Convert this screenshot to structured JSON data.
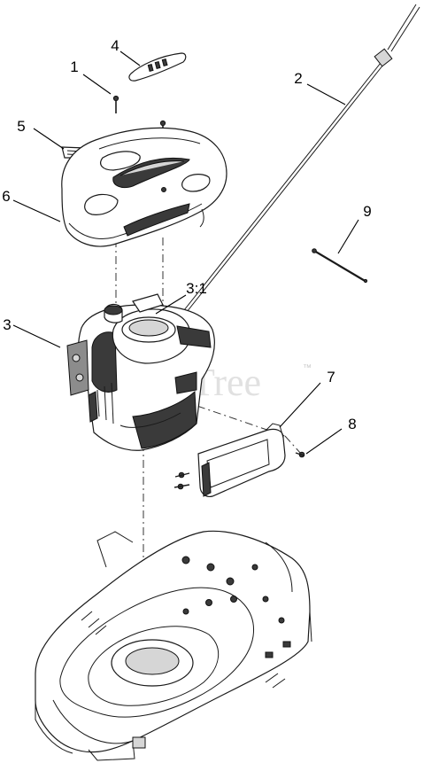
{
  "callouts": [
    {
      "id": "1",
      "label": "1"
    },
    {
      "id": "2",
      "label": "2"
    },
    {
      "id": "3",
      "label": "3"
    },
    {
      "id": "3-1",
      "label": "3:1"
    },
    {
      "id": "4",
      "label": "4"
    },
    {
      "id": "5",
      "label": "5"
    },
    {
      "id": "6",
      "label": "6"
    },
    {
      "id": "7",
      "label": "7"
    },
    {
      "id": "8",
      "label": "8"
    },
    {
      "id": "9",
      "label": "9"
    }
  ],
  "watermark": "PartsTree",
  "trademark": "™",
  "colors": {
    "line": "#1a1a1a",
    "dark_fill": "#3a3a3a",
    "watermark": "#c9c9c9"
  }
}
